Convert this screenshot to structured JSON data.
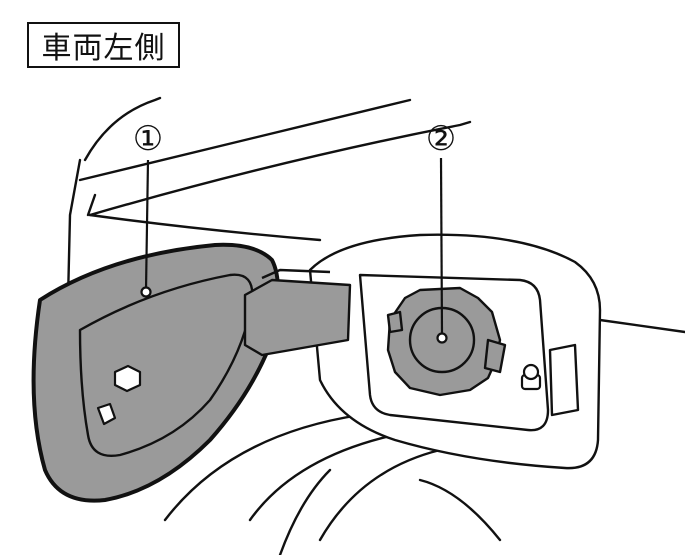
{
  "header": {
    "title": "車両左側"
  },
  "callouts": [
    {
      "label": "①",
      "part": "fuel-filler-door"
    },
    {
      "label": "②",
      "part": "fuel-tank-cap"
    }
  ],
  "colors": {
    "line": "#111111",
    "door_fill": "#9a9a9a",
    "panel_fill": "#ffffff"
  }
}
